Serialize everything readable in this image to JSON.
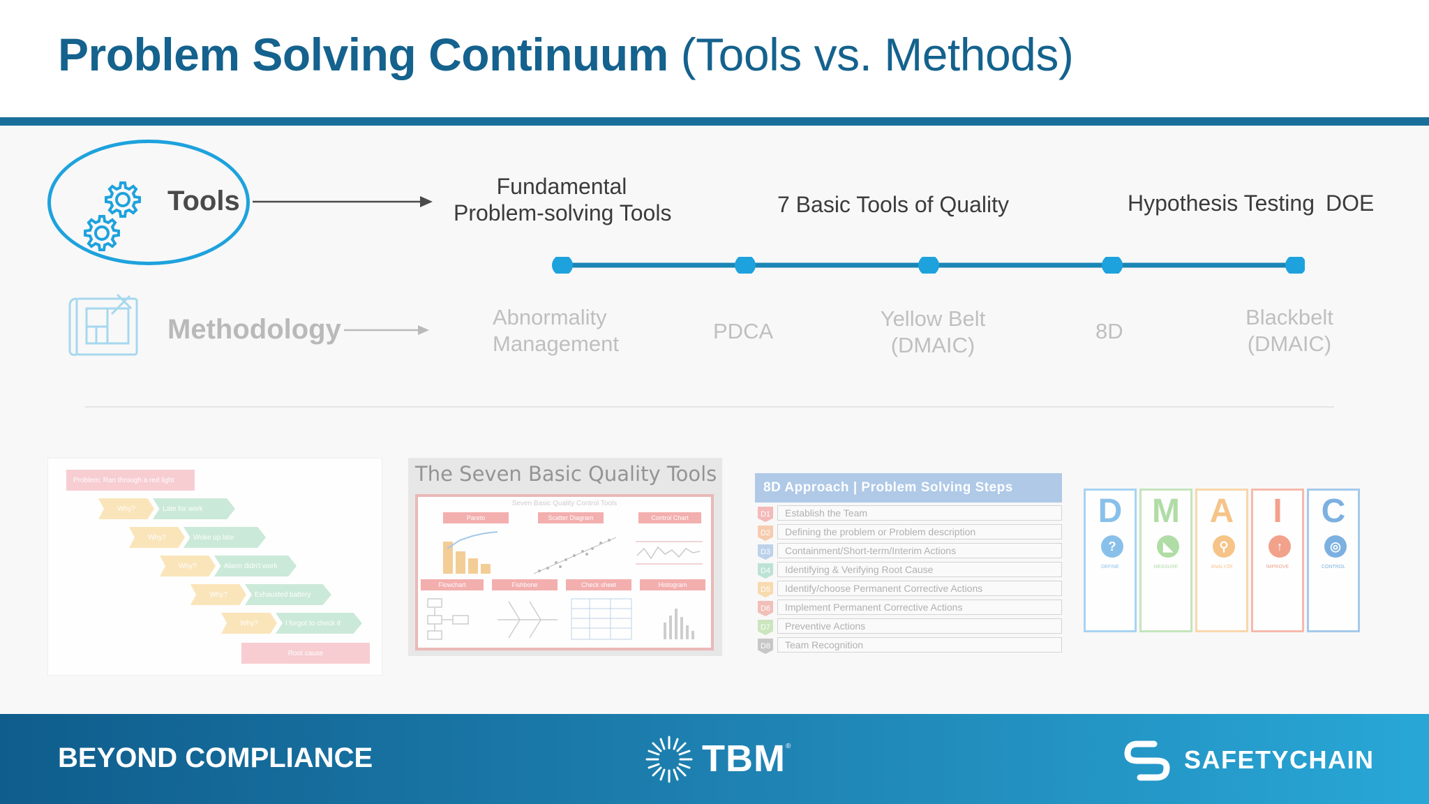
{
  "header": {
    "title_bold": "Problem Solving Continuum",
    "title_light": "(Tools vs. Methods)"
  },
  "tools": {
    "label": "Tools",
    "items": [
      "Fundamental",
      "Problem-solving Tools",
      "7 Basic Tools of Quality",
      "Hypothesis Testing",
      "DOE"
    ]
  },
  "methodology": {
    "label": "Methodology",
    "items": [
      {
        "line1": "Abnormality",
        "line2": "Management"
      },
      {
        "line1": "PDCA",
        "line2": ""
      },
      {
        "line1": "Yellow Belt",
        "line2": "(DMAIC)"
      },
      {
        "line1": "8D",
        "line2": ""
      },
      {
        "line1": "Blackbelt",
        "line2": "(DMAIC)"
      }
    ]
  },
  "thumbnails": {
    "five_why": {
      "problem": "Problem: Ran through a red light",
      "whys": [
        "Why?",
        "Why?",
        "Why?",
        "Why?",
        "Why?"
      ],
      "answers": [
        "Late for work",
        "Woke up late",
        "Alarm didn't work",
        "Exhausted battery",
        "I forgot to check it"
      ],
      "root": "Root cause"
    },
    "seven_tools": {
      "title": "The Seven Basic Quality Tools",
      "subtitle": "Seven Basic Quality Control Tools",
      "panels": [
        "Pareto",
        "Scatter Diagram",
        "Control Chart",
        "Flowchart",
        "Fishbone",
        "Check sheet",
        "Histogram"
      ]
    },
    "eight_d": {
      "header": "8D Approach | Problem Solving Steps",
      "steps": [
        "Establish the Team",
        "Defining the problem or Problem description",
        "Containment/Short-term/Interim Actions",
        "Identifying & Verifying Root Cause",
        "Identify/choose Permanent Corrective Actions",
        "Implement Permanent Corrective Actions",
        "Preventive Actions",
        "Team Recognition"
      ],
      "tabs": [
        "D1",
        "D2",
        "D3",
        "D4",
        "D5",
        "D6",
        "D7",
        "D8"
      ]
    },
    "dmaic": {
      "letters": [
        "D",
        "M",
        "A",
        "I",
        "C"
      ],
      "captions": [
        "DEFINE",
        "MEASURE",
        "ANALYZE",
        "IMPROVE",
        "CONTROL"
      ],
      "colors": [
        "#5aa9e6",
        "#9ed49a",
        "#f6b86a",
        "#f08a6b",
        "#4f9ad6"
      ]
    }
  },
  "footer": {
    "left": "BEYOND COMPLIANCE",
    "center_brand": "TBM",
    "center_tm": "®",
    "right_brand": "SAFETYCHAIN"
  },
  "colors": {
    "title": "#14628d",
    "accent": "#1ea2dd",
    "timeline": "#1a86b5",
    "node": "#1ea2dd"
  }
}
